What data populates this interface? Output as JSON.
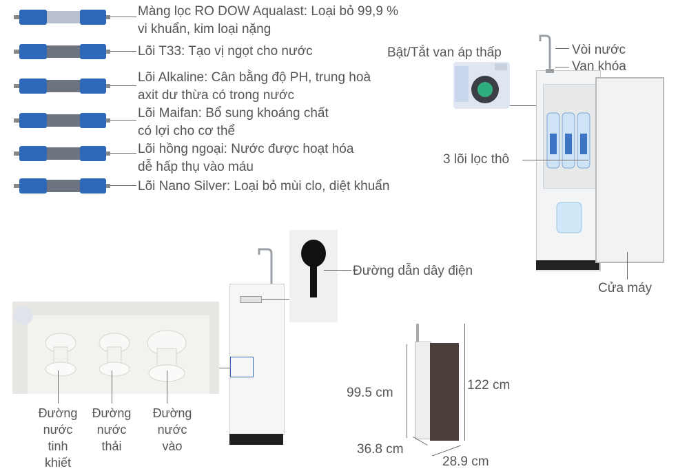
{
  "filters": [
    {
      "line1": "Màng lọc RO DOW Aqualast: Loại bỏ 99,9 %",
      "line2": "vi khuẩn, kim loại nặng"
    },
    {
      "line1": "Lõi T33: Tạo vị ngọt cho nước",
      "line2": ""
    },
    {
      "line1": "Lõi Alkaline: Cân bằng độ PH, trung hoà",
      "line2": "axit dư thừa có trong nước"
    },
    {
      "line1": "Lõi Maifan: Bổ sung khoáng chất",
      "line2": "có lợi cho cơ thể"
    },
    {
      "line1": "Lõi hồng ngoại: Nước được hoạt hóa",
      "line2": "dễ hấp thụ vào máu"
    },
    {
      "line1": "Lõi Nano Silver: Loại bỏ mùi clo, diệt khuẩn",
      "line2": ""
    }
  ],
  "callouts": {
    "switch": "Bật/Tắt van áp thấp",
    "faucet": "Vòi nước",
    "valve": "Van khóa",
    "prefilters": "3 lõi lọc thô",
    "door": "Cửa máy",
    "cable": "Đường dẫn dây điện"
  },
  "ports": [
    {
      "l1": "Đường",
      "l2": "nước",
      "l3": "tinh",
      "l4": "khiết"
    },
    {
      "l1": "Đường",
      "l2": "nước",
      "l3": "thải",
      "l4": ""
    },
    {
      "l1": "Đường",
      "l2": "nước",
      "l3": "vào",
      "l4": ""
    }
  ],
  "dimensions": {
    "height_body": "99.5 cm",
    "height_total": "122 cm",
    "width": "36.8 cm",
    "depth": "28.9 cm"
  }
}
